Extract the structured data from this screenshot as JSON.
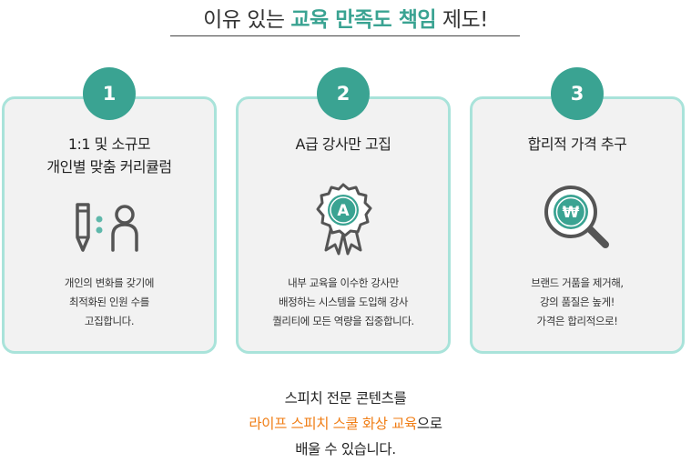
{
  "heading": {
    "prefix": "이유 있는 ",
    "highlight": "교육 만족도 책임",
    "suffix": " 제도!"
  },
  "colors": {
    "accent": "#3aa392",
    "card_border": "#a9e3da",
    "highlight_orange": "#f07d14"
  },
  "cards": [
    {
      "number": "1",
      "title_line1": "1:1 및 소규모",
      "title_line2": "개인별 맞춤 커리큘럼",
      "icon": "pencil-person-icon",
      "desc_line1": "개인의 변화를 갖기에",
      "desc_line2": "최적화된 인원 수를",
      "desc_line3": "고집합니다."
    },
    {
      "number": "2",
      "title_line1": "A급 강사만 고집",
      "icon": "award-badge-icon",
      "icon_letter": "A",
      "desc_line1": "내부 교육을 이수한 강사만",
      "desc_line2": "배정하는 시스템을 도입해 강사",
      "desc_line3": "퀄리티에 모든 역량을 집중합니다."
    },
    {
      "number": "3",
      "title_line1": "합리적 가격 추구",
      "icon": "won-magnifier-icon",
      "icon_letter": "₩",
      "desc_line1": "브랜드 거품을 제거해,",
      "desc_line2": "강의 품질은 높게!",
      "desc_line3": "가격은 합리적으로!"
    }
  ],
  "bottom": {
    "line1": "스피치 전문 콘텐츠를",
    "line2_highlight": "라이프 스피치 스쿨 화상 교육",
    "line2_suffix": "으로",
    "line3": "배울 수 있습니다."
  }
}
